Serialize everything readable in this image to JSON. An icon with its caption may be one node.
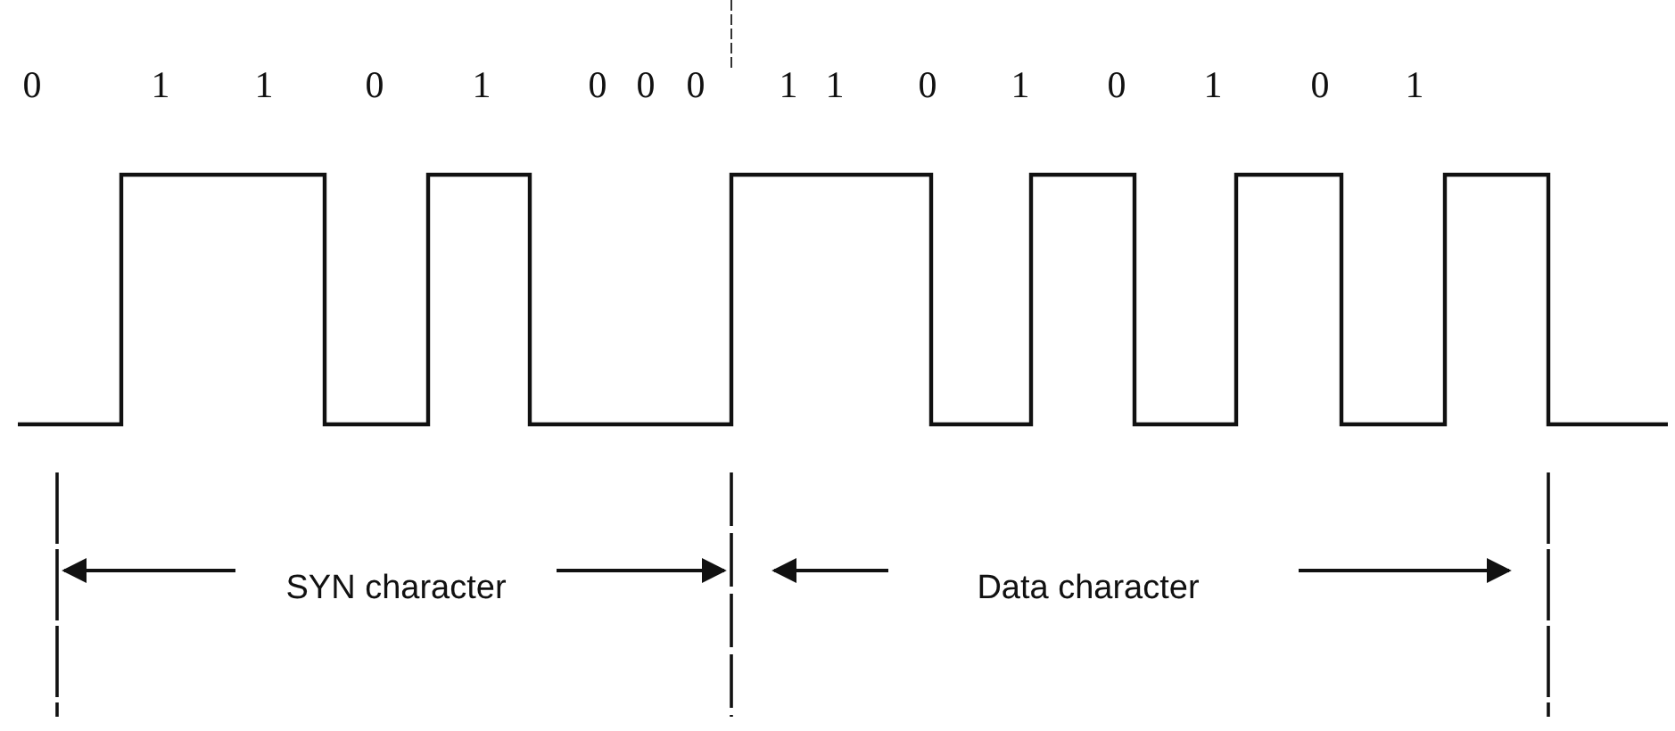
{
  "diagram": {
    "labels": [
      "0",
      "1",
      "1",
      "0",
      "1",
      "0",
      "0",
      "0",
      "1",
      "1",
      "0",
      "1",
      "0",
      "1",
      "0",
      "1",
      "SYN character",
      "Data character"
    ]
  }
}
